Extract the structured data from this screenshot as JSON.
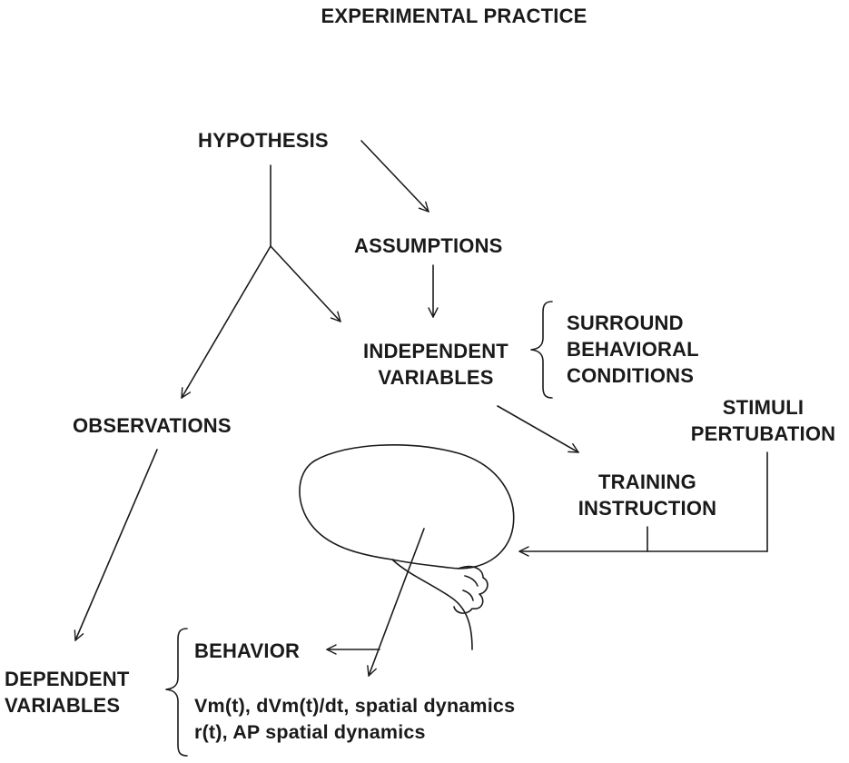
{
  "title": "EXPERIMENTAL PRACTICE",
  "nodes": {
    "hypothesis": "HYPOTHESIS",
    "assumptions": "ASSUMPTIONS",
    "independent_variables": [
      "INDEPENDENT",
      "VARIABLES"
    ],
    "surround_conditions": [
      "SURROUND",
      "BEHAVIORAL",
      "CONDITIONS"
    ],
    "stimuli_perturbation": [
      "STIMULI",
      "PERTUBATION"
    ],
    "observations": "OBSERVATIONS",
    "training_instruction": [
      "TRAINING",
      "INSTRUCTION"
    ],
    "behavior": "BEHAVIOR",
    "dependent_variables": [
      "DEPENDENT",
      "VARIABLES"
    ],
    "measures": [
      "Vm(t), dVm(t)/dt, spatial dynamics",
      "r(t), AP spatial dynamics"
    ]
  },
  "colors": {
    "ink": "#1a1a1a",
    "background": "#ffffff"
  }
}
